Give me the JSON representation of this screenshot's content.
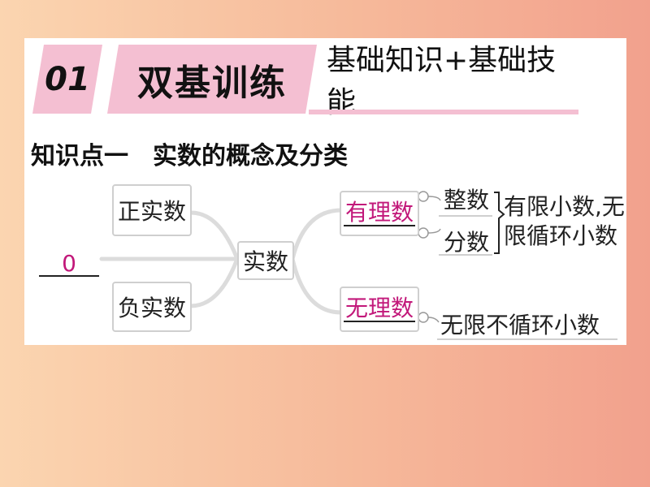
{
  "header": {
    "number": "01",
    "title": "双基训练",
    "subtitle": "基础知识+基础技能"
  },
  "knowledge_point": {
    "label": "知识点一",
    "title": "实数的概念及分类"
  },
  "mindmap": {
    "blank_answer": "0",
    "positive": "正实数",
    "negative": "负实数",
    "center": "实数",
    "rational": "有理数",
    "irrational": "无理数",
    "integer": "整数",
    "fraction": "分数",
    "rational_desc_line1": "有限小数,无",
    "rational_desc_line2": "限循环小数",
    "irrational_desc": "无限不循环小数"
  },
  "colors": {
    "accent_pink": "#f4bfd2",
    "answer_magenta": "#c2187a"
  }
}
